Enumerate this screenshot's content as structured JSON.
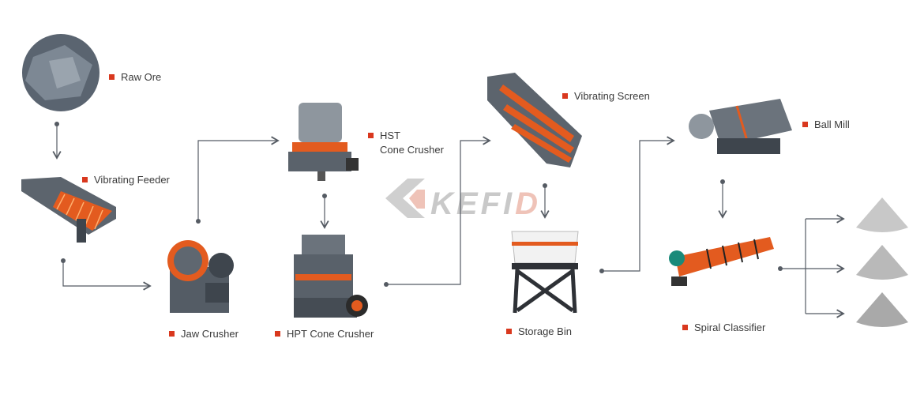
{
  "logo": {
    "text_main": "KEFI",
    "text_accent": "D"
  },
  "accent_color": "#d9381e",
  "line_color": "#555b63",
  "stages": [
    {
      "label": "Raw Ore"
    },
    {
      "label": "Vibrating Feeder"
    },
    {
      "label": "Jaw Crusher"
    },
    {
      "label_line1": "HST",
      "label_line2": "Cone Crusher"
    },
    {
      "label": "HPT Cone Crusher"
    },
    {
      "label": "Vibrating Screen"
    },
    {
      "label": "Storage Bin"
    },
    {
      "label": "Ball Mill"
    },
    {
      "label": "Spiral Classifier"
    }
  ]
}
